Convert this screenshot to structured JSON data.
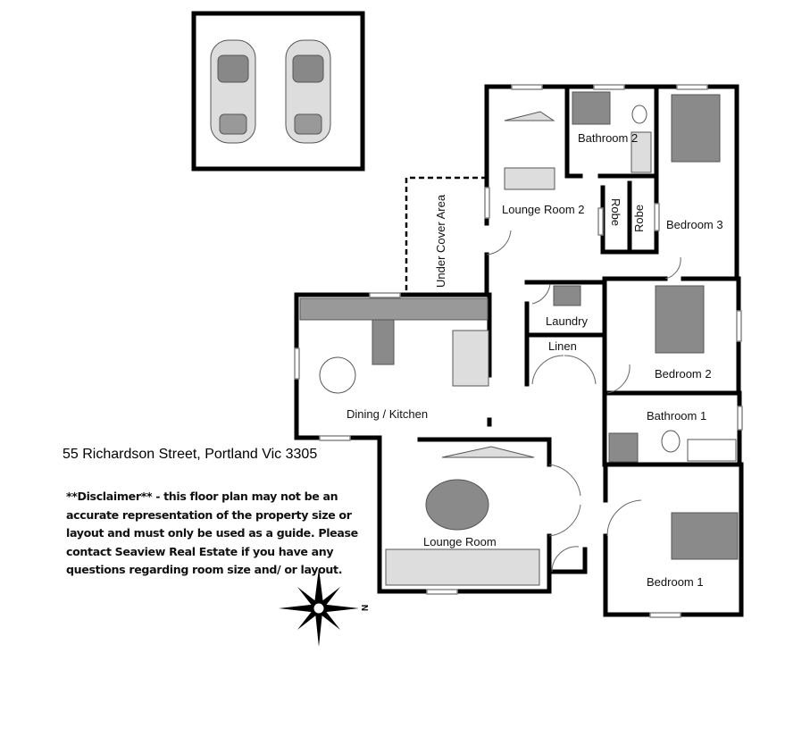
{
  "address": "55 Richardson Street, Portland Vic 3305",
  "disclaimer": "**Disclaimer** - this floor plan may not be an accurate representation of the property size or layout and must only be used as a guide. Please contact Seaview Real Estate if you have any questions regarding room size and/ or layout.",
  "compass": {
    "north_label": "N"
  },
  "rooms": {
    "lounge_room_2": "Lounge Room 2",
    "bathroom_2": "Bathroom 2",
    "robe_a": "Robe",
    "robe_b": "Robe",
    "bedroom_3": "Bedroom 3",
    "under_cover": "Under Cover Area",
    "laundry": "Laundry",
    "linen": "Linen",
    "bedroom_2": "Bedroom 2",
    "dining_kitchen": "Dining / Kitchen",
    "bathroom_1": "Bathroom 1",
    "lounge_room": "Lounge Room",
    "bedroom_1": "Bedroom 1"
  },
  "colors": {
    "wall": "#000000",
    "fixture": "#8a8a8a",
    "fixture_light": "#d9d9d9"
  }
}
